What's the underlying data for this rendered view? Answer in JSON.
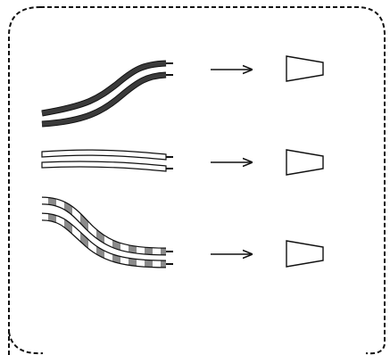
{
  "diagram": {
    "frame": {
      "style": "dashed-rounded",
      "stroke": "#111111"
    },
    "rows": [
      {
        "cable": {
          "type": "double-curved",
          "fill": "#333333",
          "pattern": "solid"
        },
        "arrow": {
          "direction": "right"
        },
        "target": {
          "shape": "trapezoid"
        }
      },
      {
        "cable": {
          "type": "double-straight",
          "fill": "#ffffff",
          "pattern": "outline"
        },
        "arrow": {
          "direction": "right"
        },
        "target": {
          "shape": "trapezoid"
        }
      },
      {
        "cable": {
          "type": "double-curved",
          "fill": "#888888",
          "pattern": "striped"
        },
        "arrow": {
          "direction": "right"
        },
        "target": {
          "shape": "trapezoid"
        }
      }
    ]
  }
}
